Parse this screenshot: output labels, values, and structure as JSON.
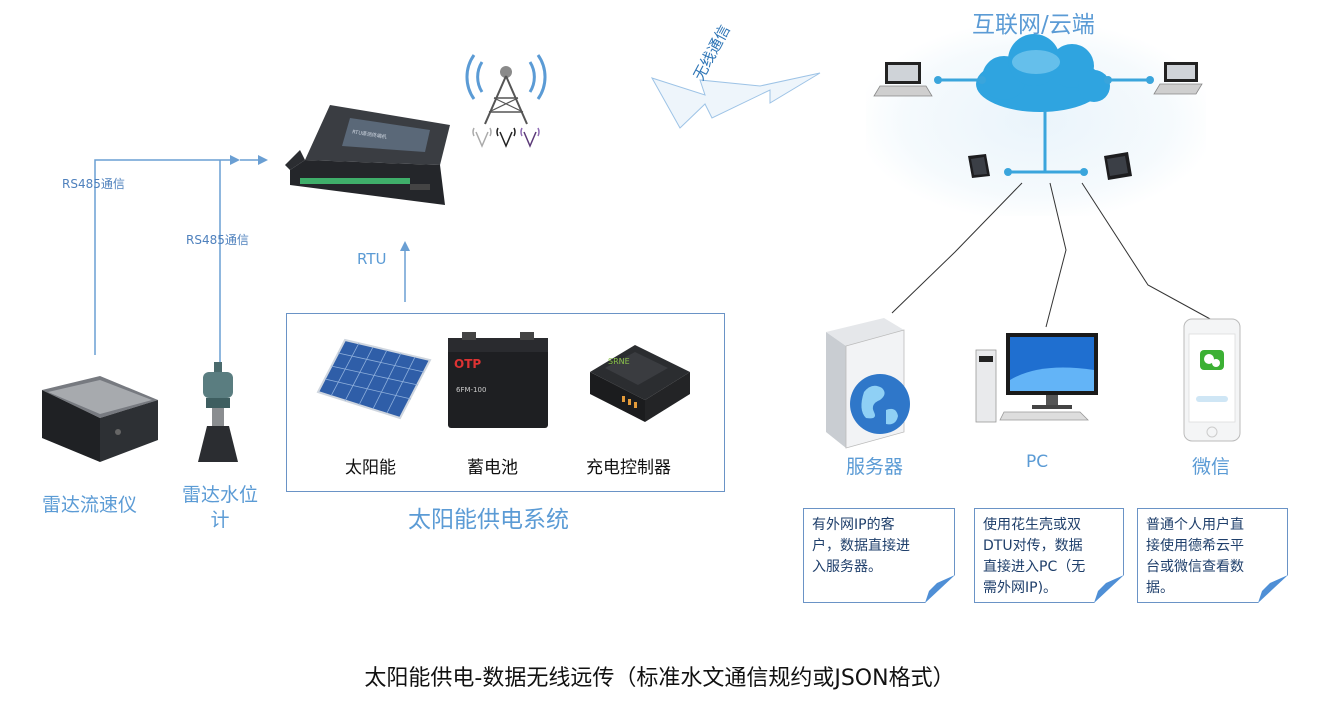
{
  "network": {
    "cloud_title": "互联网/云端",
    "wireless_label": "无线通信"
  },
  "rtu": {
    "screen_text": "RTU遥测终端机",
    "label": "RTU"
  },
  "links": {
    "rs485_left": "RS485通信",
    "rs485_right": "RS485通信"
  },
  "sensors": {
    "flow_meter": "雷达流速仪",
    "level_meter": "雷达水位计"
  },
  "solar_system": {
    "title": "太阳能供电系统",
    "items": [
      {
        "label": "太阳能"
      },
      {
        "label": "蓄电池",
        "brand": "OTP",
        "model": "6FM-100"
      },
      {
        "label": "充电控制器",
        "brand": "SRNE"
      }
    ]
  },
  "endpoints": [
    {
      "label": "服务器",
      "note": "有外网IP的客\n户，数据直接进\n入服务器。"
    },
    {
      "label": "PC",
      "note": "使用花生壳或双\nDTU对传，数据\n直接进入PC（无\n需外网IP)。"
    },
    {
      "label": "微信",
      "note": "普通个人用户直\n接使用德希云平\n台或微信查看数\n据。"
    }
  ],
  "caption": "太阳能供电-数据无线远传（标准水文通信规约或JSON格式）",
  "colors": {
    "accent": "#5b9bd5",
    "line": "#6a9fd3",
    "hub": "#3aa5dc"
  }
}
